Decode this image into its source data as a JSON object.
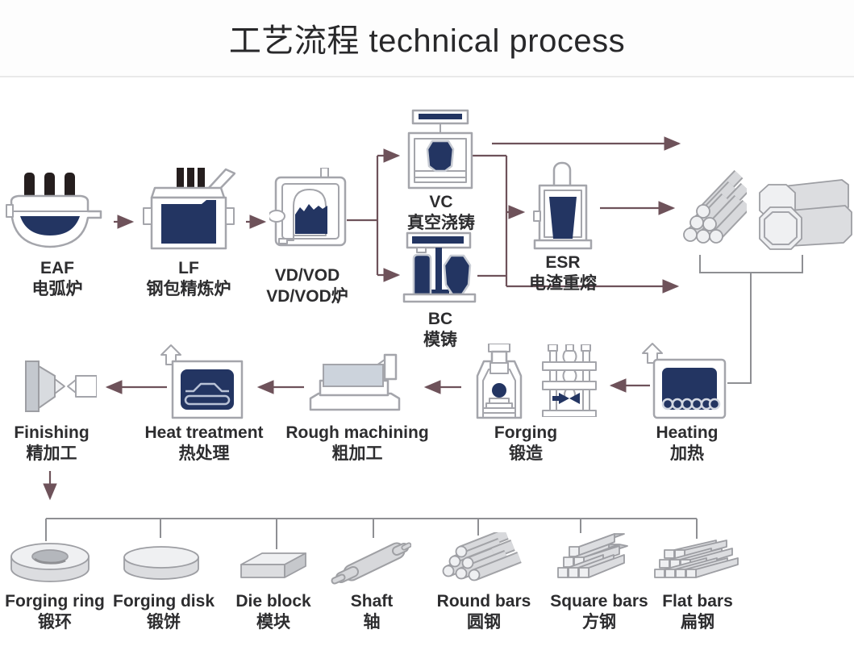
{
  "title": "工艺流程 technical process",
  "stations": {
    "eaf": {
      "en": "EAF",
      "zh": "电弧炉"
    },
    "lf": {
      "en": "LF",
      "zh": "钢包精炼炉"
    },
    "vdvod": {
      "en": "VD/VOD",
      "zh": "VD/VOD炉"
    },
    "vc": {
      "en": "VC",
      "zh": "真空浇铸"
    },
    "bc": {
      "en": "BC",
      "zh": "模铸"
    },
    "esr": {
      "en": "ESR",
      "zh": "电渣重熔"
    },
    "heating": {
      "en": "Heating",
      "zh": "加热"
    },
    "forging": {
      "en": "Forging",
      "zh": "锻造"
    },
    "rough_machining": {
      "en": "Rough machining",
      "zh": "粗加工"
    },
    "heat_treatment": {
      "en": "Heat treatment",
      "zh": "热处理"
    },
    "finishing": {
      "en": "Finishing",
      "zh": "精加工"
    }
  },
  "products": {
    "forging_ring": {
      "en": "Forging ring",
      "zh": "锻环"
    },
    "forging_disk": {
      "en": "Forging disk",
      "zh": "锻饼"
    },
    "die_block": {
      "en": "Die block",
      "zh": "模块"
    },
    "shaft": {
      "en": "Shaft",
      "zh": "轴"
    },
    "round_bars": {
      "en": "Round bars",
      "zh": "圆钢"
    },
    "square_bars": {
      "en": "Square bars",
      "zh": "方钢"
    },
    "flat_bars": {
      "en": "Flat bars",
      "zh": "扁钢"
    }
  },
  "icons": {
    "eaf": "electric-arc-furnace-icon",
    "lf": "ladle-furnace-icon",
    "vdvod": "vacuum-degasser-icon",
    "vc": "vacuum-casting-chamber-icon",
    "bc": "bottom-mold-casting-icon",
    "esr": "electroslag-remelting-icon",
    "bars_bundle": "round-bar-bundle-icon",
    "ingots": "octagonal-ingots-icon",
    "heating": "heating-furnace-icon",
    "forging": "forging-press-icons",
    "rough_machining": "lathe-icon",
    "heat_treatment": "heat-treatment-furnace-icon",
    "finishing": "machining-spindle-icon"
  },
  "colors": {
    "molten_navy": "#233562",
    "electrode_black": "#251e1e",
    "icon_outline_grey": "#a4a5ab",
    "flow_arrow": "#6e525a",
    "bracket_grey": "#8e8f93",
    "text": "#2d2d2f",
    "divider": "#e9e9e9",
    "background": "#ffffff"
  }
}
